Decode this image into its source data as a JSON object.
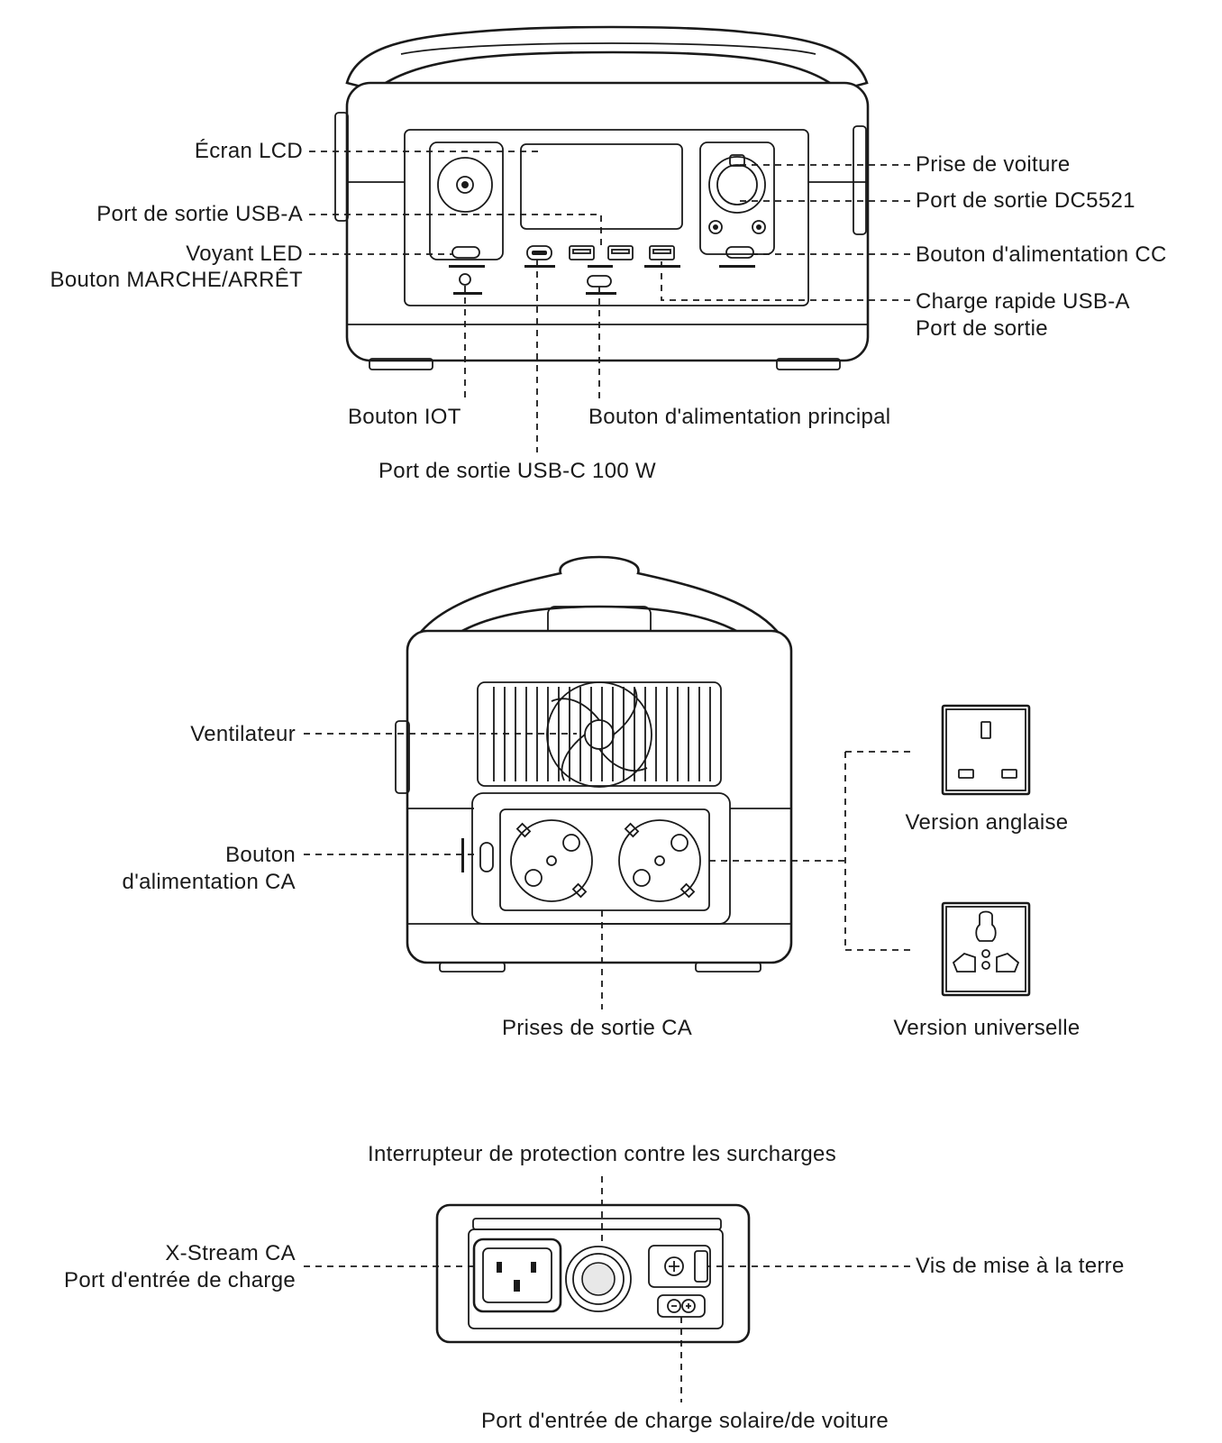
{
  "front": {
    "lcd": "Écran LCD",
    "usb_a": "Port de sortie USB-A",
    "led_line1": "Voyant LED",
    "led_line2": "Bouton MARCHE/ARRÊT",
    "car_socket": "Prise de voiture",
    "dc5521": "Port de sortie DC5521",
    "dc_button": "Bouton d'alimentation CC",
    "fast_line1": "Charge rapide USB-A",
    "fast_line2": "Port de sortie",
    "iot": "Bouton IOT",
    "main_power": "Bouton d'alimentation principal",
    "usb_c": "Port de sortie USB-C 100 W"
  },
  "side": {
    "fan": "Ventilateur",
    "ac_btn_line1": "Bouton",
    "ac_btn_line2": "d'alimentation CA",
    "ac_outlets": "Prises de sortie CA",
    "uk_version": "Version anglaise",
    "universal_version": "Version universelle"
  },
  "back": {
    "overload": "Interrupteur de protection contre les surcharges",
    "xstream_line1": "X-Stream CA",
    "xstream_line2": "Port d'entrée de charge",
    "ground": "Vis de mise à la terre",
    "solar": "Port d'entrée de charge solaire/de voiture"
  }
}
